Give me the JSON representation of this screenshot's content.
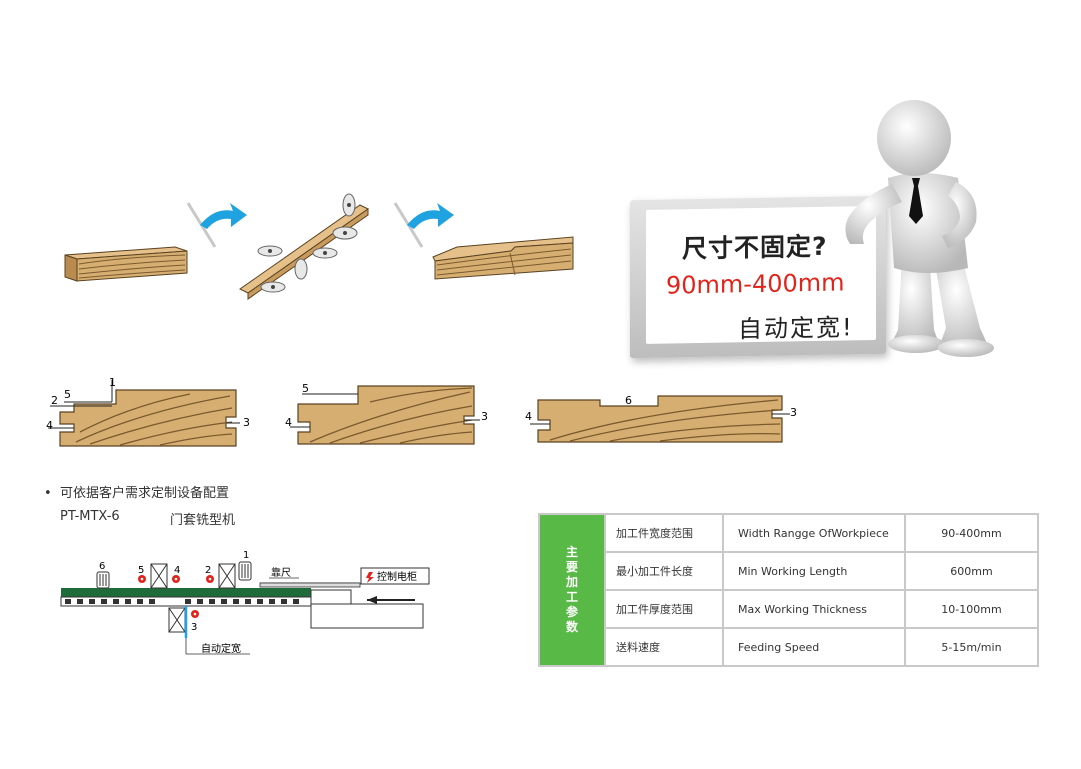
{
  "sign": {
    "line1": "尺寸不固定?",
    "line2": "90mm-400mm",
    "line3": "自动定宽!"
  },
  "profile_labels": {
    "a": [
      "1",
      "2",
      "5",
      "4",
      "3"
    ],
    "b": [
      "5",
      "4",
      "3"
    ],
    "c": [
      "4",
      "6",
      "3"
    ]
  },
  "notes": {
    "customize": "可依据客户需求定制设备配置",
    "model": "PT-MTX-6",
    "machine": "门套铣型机"
  },
  "machine_diagram": {
    "spindle_labels": [
      "6",
      "5",
      "4",
      "2",
      "1",
      "3"
    ],
    "fence_label": "靠尺",
    "control_cabinet": "控制电柜",
    "auto_width": "自动定宽"
  },
  "spec_table": {
    "header": "主要加工参数",
    "rows": [
      {
        "cn": "加工件宽度范围",
        "en": "Width Rangge OfWorkpiece",
        "value": "90-400mm"
      },
      {
        "cn": "最小加工件长度",
        "en": "Min Working Length",
        "value": "600mm"
      },
      {
        "cn": "加工件厚度范围",
        "en": "Max Working Thickness",
        "value": "10-100mm"
      },
      {
        "cn": "送料速度",
        "en": "Feeding Speed",
        "value": "5-15m/min"
      }
    ]
  },
  "colors": {
    "wood": "#d6ae72",
    "grain": "#7a5a2c",
    "arrow_blue": "#1fa2e0",
    "accent_red": "#e2231a",
    "header_green": "#58b947",
    "conveyor_green": "#1f6b3a"
  }
}
